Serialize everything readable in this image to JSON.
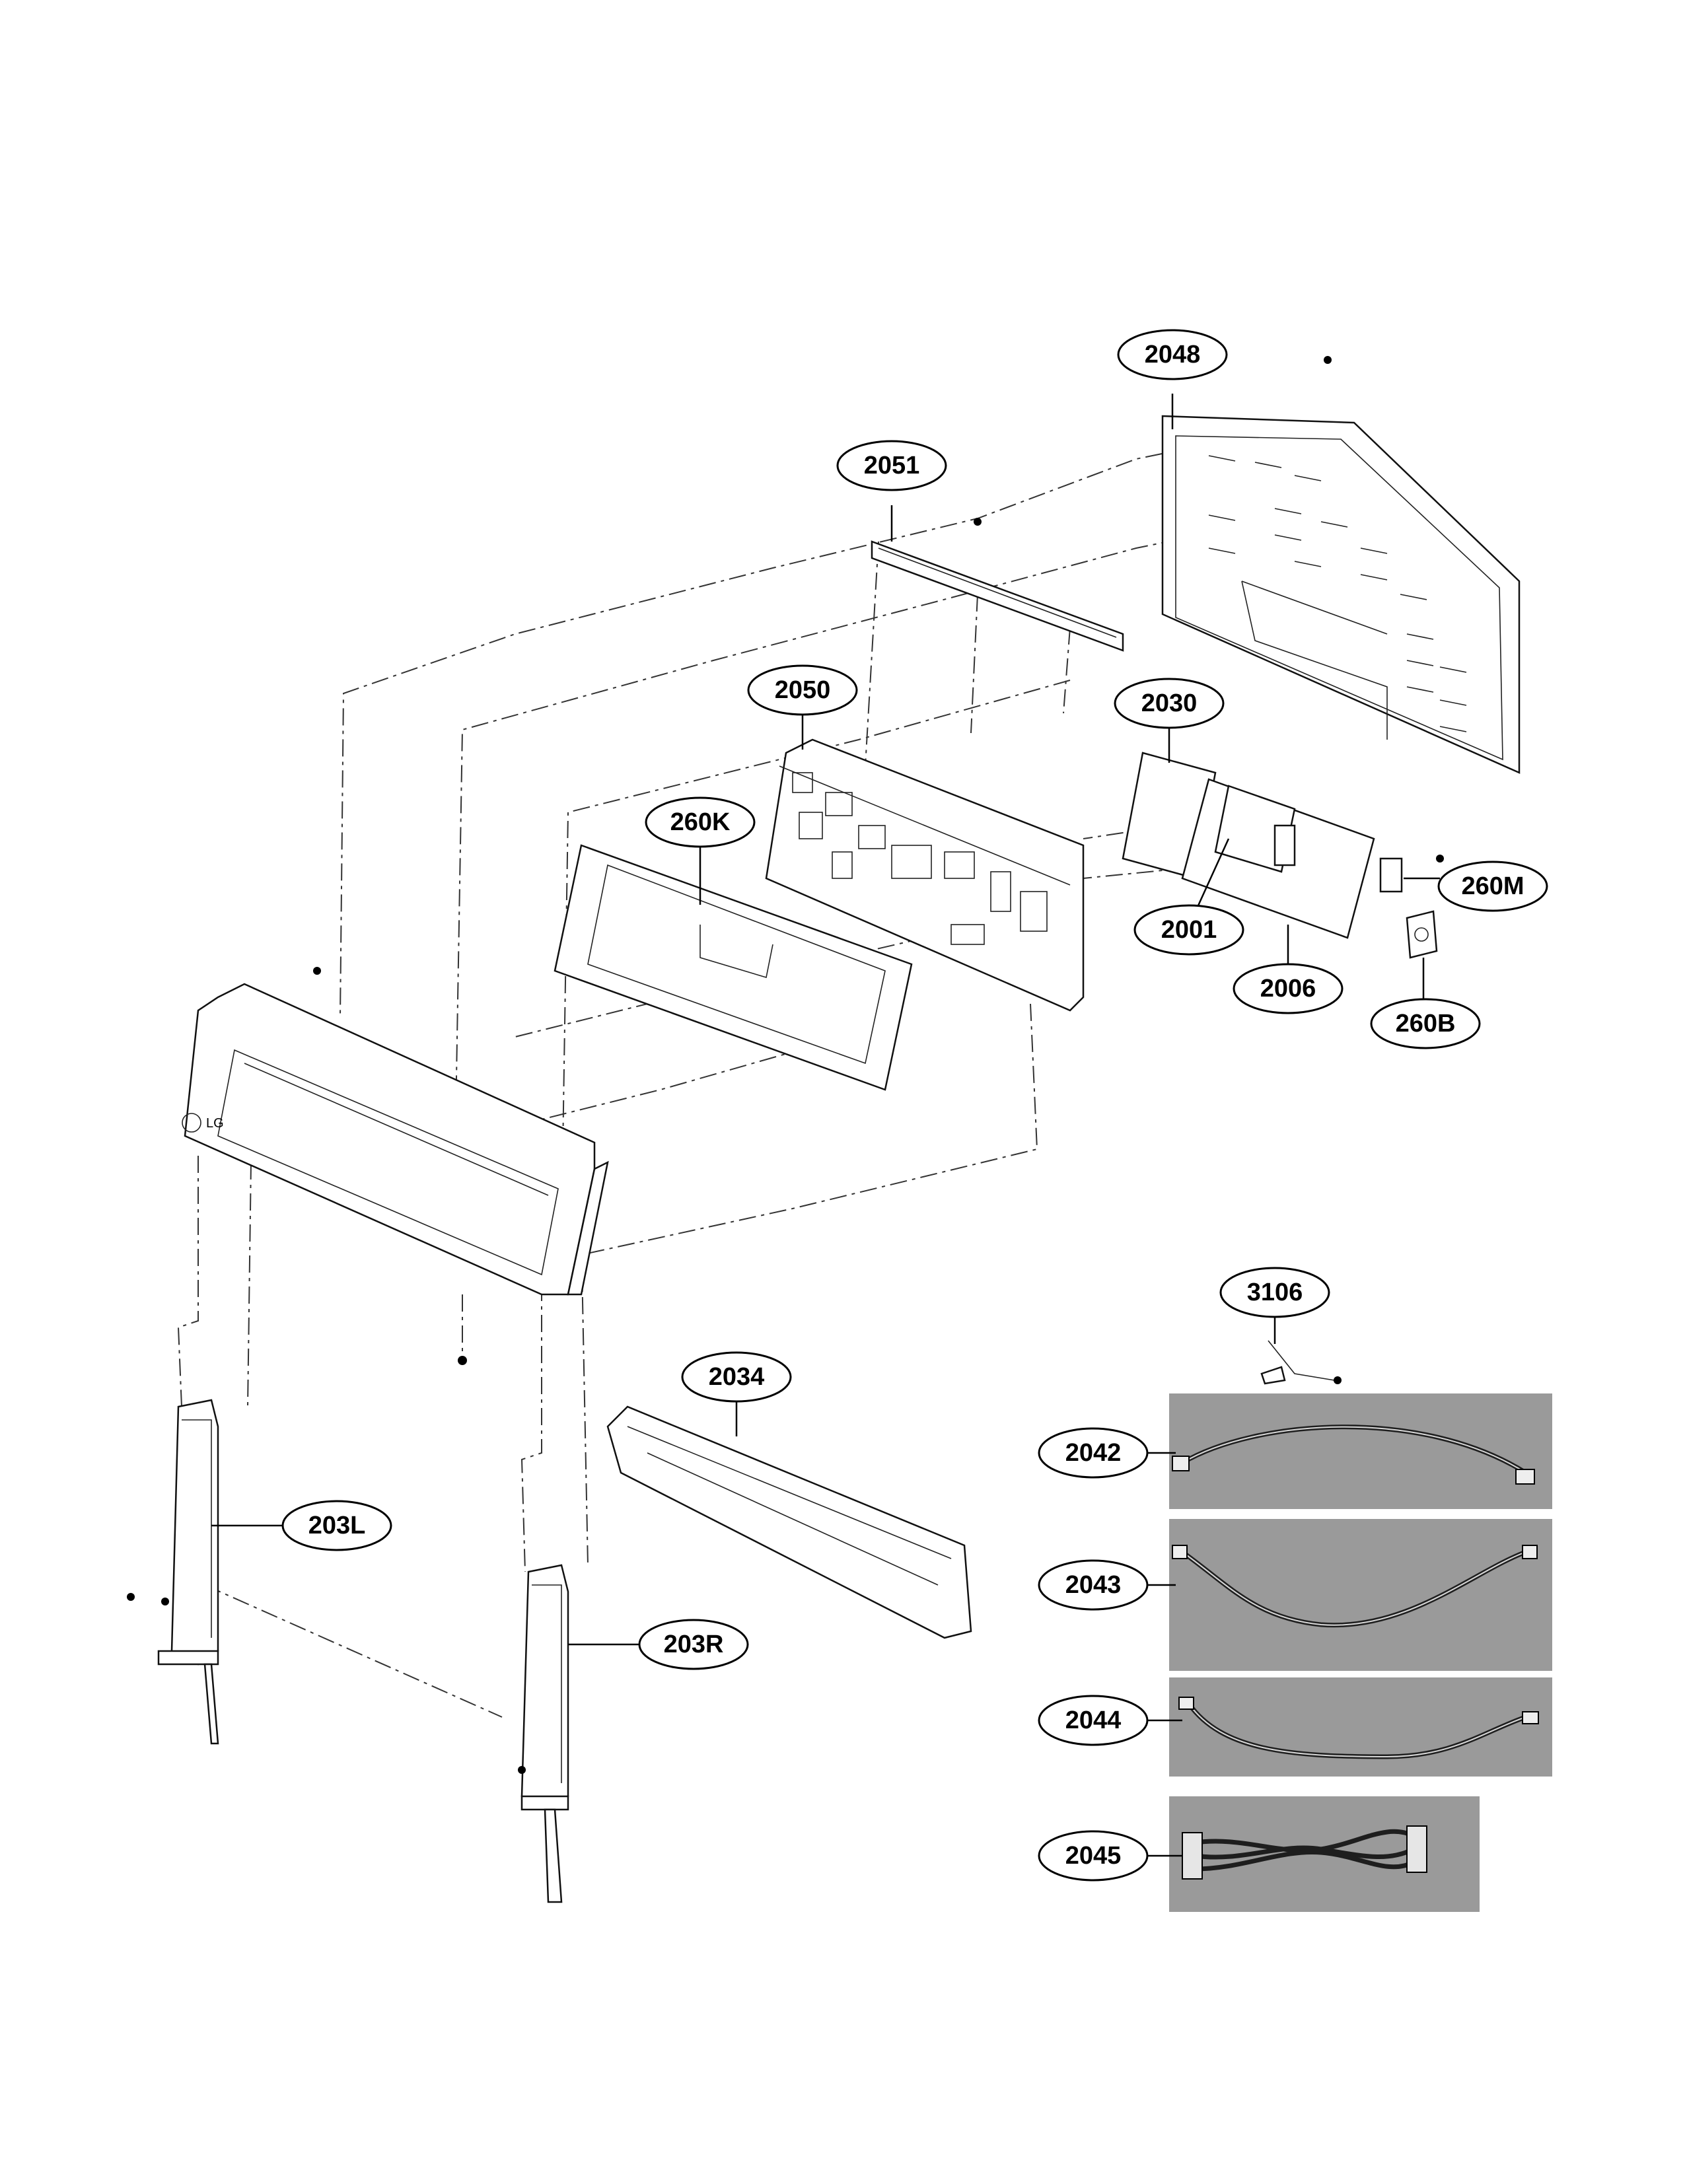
{
  "colors": {
    "line": "#000000",
    "background": "#ffffff",
    "photo_background": "#9a9a9a"
  },
  "panel_logo": "LG",
  "callouts": [
    {
      "id": "c2048",
      "label": "2048"
    },
    {
      "id": "c2051",
      "label": "2051"
    },
    {
      "id": "c2050",
      "label": "2050"
    },
    {
      "id": "c2030",
      "label": "2030"
    },
    {
      "id": "c260K",
      "label": "260K"
    },
    {
      "id": "c260M",
      "label": "260M"
    },
    {
      "id": "c2001",
      "label": "2001"
    },
    {
      "id": "c2006",
      "label": "2006"
    },
    {
      "id": "c260B",
      "label": "260B"
    },
    {
      "id": "c3106",
      "label": "3106"
    },
    {
      "id": "c2034",
      "label": "2034"
    },
    {
      "id": "c2042",
      "label": "2042"
    },
    {
      "id": "c203L",
      "label": "203L"
    },
    {
      "id": "c2043",
      "label": "2043"
    },
    {
      "id": "c203R",
      "label": "203R"
    },
    {
      "id": "c2044",
      "label": "2044"
    },
    {
      "id": "c2045",
      "label": "2045"
    }
  ]
}
